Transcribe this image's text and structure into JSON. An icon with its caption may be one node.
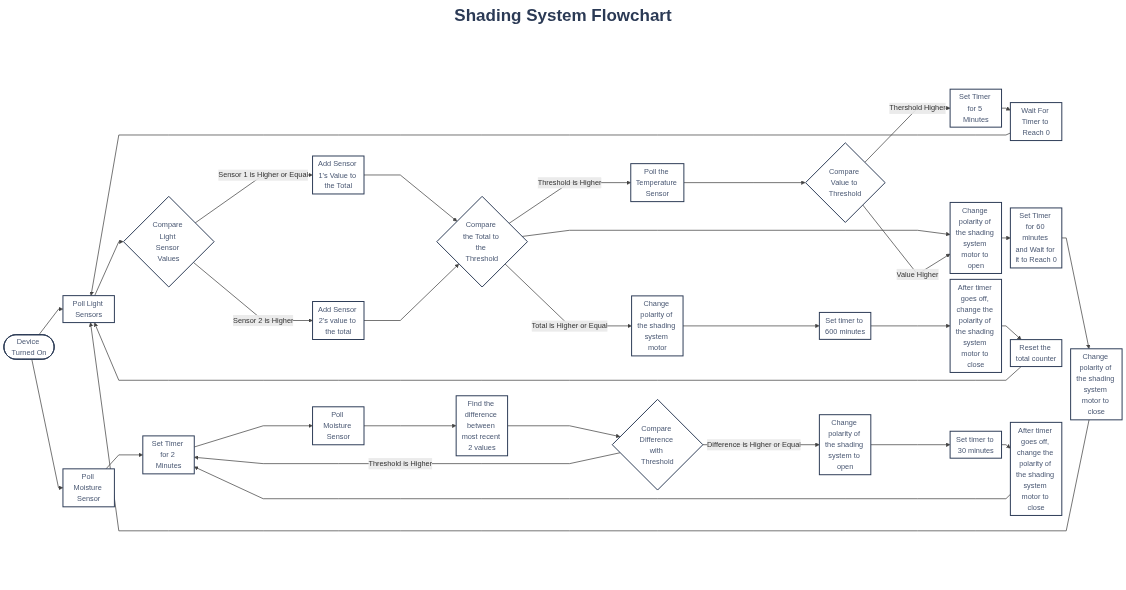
{
  "diagram": {
    "title": "Shading System Flowchart",
    "nodes": [
      {
        "text": [
          "Device Turned On"
        ]
      },
      {
        "text": [
          "Poll Light Sensors"
        ]
      },
      {
        "text": [
          "Compare Light Sensor Values"
        ]
      },
      {
        "text": [
          "Add Sensor 1's Value to the Total"
        ]
      },
      {
        "text": [
          "Add Sensor 2's value to the total"
        ]
      },
      {
        "text": [
          "Compare the Total to the Threshold"
        ]
      },
      {
        "text": [
          "Poll the Temperature Sensor"
        ]
      },
      {
        "text": [
          "Change polarity of the shading system motor"
        ]
      },
      {
        "text": [
          "Compare Value to Threshold"
        ]
      },
      {
        "text": [
          "Set Timer for 5 Minutes"
        ]
      },
      {
        "text": [
          "Change polarity of the shading system motor to open"
        ]
      },
      {
        "text": [
          "Set timer to 600 minutes"
        ]
      },
      {
        "text": [
          "Wait For Timer to Reach 0"
        ]
      },
      {
        "text": [
          "Set Timer for 60 minutes and Wait for it to Reach 0"
        ]
      },
      {
        "text": [
          "After timer goes off, change the polarity of the shading system motor to close"
        ]
      },
      {
        "text": [
          "Reset the total counter"
        ]
      },
      {
        "text": [
          "Change polarity of the shading system motor to close"
        ]
      },
      {
        "text": [
          "Poll Moisture Sensor"
        ]
      },
      {
        "text": [
          "Set Timer for 2 Minutes"
        ]
      },
      {
        "text": [
          "Poll Moisture Sensor"
        ]
      },
      {
        "text": [
          "Find the difference between most recent 2 values"
        ]
      },
      {
        "text": [
          "Compare Difference with Threshold"
        ]
      },
      {
        "text": [
          "Change polarity of the shading system to open"
        ]
      },
      {
        "text": [
          "Set timer to 30 minutes"
        ]
      },
      {
        "text": [
          "After timer goes off, change the polarity of the shading system motor to close"
        ]
      }
    ],
    "edges": [
      {
        "from": 0,
        "to": 1,
        "arrow": "to"
      },
      {
        "from": 0,
        "to": 17,
        "arrow": "to"
      },
      {
        "from": 1,
        "to": 2,
        "arrow": "to"
      },
      {
        "from": 2,
        "to": 3,
        "label": "Sensor 1 is Higher or Equal",
        "arrow": "to"
      },
      {
        "from": 2,
        "to": 4,
        "label": "Sensor 2 is Higher",
        "arrow": "to"
      },
      {
        "from": 3,
        "to": 5,
        "arrow": "to"
      },
      {
        "from": 4,
        "to": 5,
        "arrow": "to"
      },
      {
        "from": 5,
        "to": 6,
        "label": "Threshold is Higher",
        "arrow": "to"
      },
      {
        "from": 5,
        "to": 7,
        "label": "Total is Higher or Equal",
        "arrow": "to"
      },
      {
        "from": 5,
        "to": 10,
        "arrow": "to"
      },
      {
        "from": 6,
        "to": 8,
        "arrow": "to"
      },
      {
        "from": 8,
        "to": 9,
        "label": "Thershold Higher",
        "arrow": "to"
      },
      {
        "from": 8,
        "to": 10,
        "label": "Value Higher",
        "arrow": "to"
      },
      {
        "from": 9,
        "to": 12,
        "arrow": "to"
      },
      {
        "from": 12,
        "to": 1,
        "arrow": "to"
      },
      {
        "from": 7,
        "to": 11,
        "arrow": "to"
      },
      {
        "from": 11,
        "to": 14,
        "arrow": "to"
      },
      {
        "from": 14,
        "to": 15,
        "arrow": "to"
      },
      {
        "from": 15,
        "to": 1,
        "arrow": "to"
      },
      {
        "from": 10,
        "to": 13,
        "arrow": "to"
      },
      {
        "from": 13,
        "to": 16,
        "arrow": "to"
      },
      {
        "from": 16,
        "to": 1,
        "arrow": "to"
      },
      {
        "from": 17,
        "to": 18,
        "arrow": "to"
      },
      {
        "from": 18,
        "to": 19,
        "arrow": "to"
      },
      {
        "from": 19,
        "to": 20,
        "arrow": "to"
      },
      {
        "from": 20,
        "to": 21,
        "arrow": "to"
      },
      {
        "from": 21,
        "to": 22,
        "label": "Difference is Higher or Equal",
        "arrow": "to"
      },
      {
        "from": 21,
        "to": 18,
        "label": "Threshold is Higher",
        "arrow": "to"
      },
      {
        "from": 22,
        "to": 23,
        "arrow": "to"
      },
      {
        "from": 23,
        "to": 24,
        "arrow": "to"
      },
      {
        "from": 24,
        "to": 18,
        "arrow": "to"
      }
    ]
  }
}
